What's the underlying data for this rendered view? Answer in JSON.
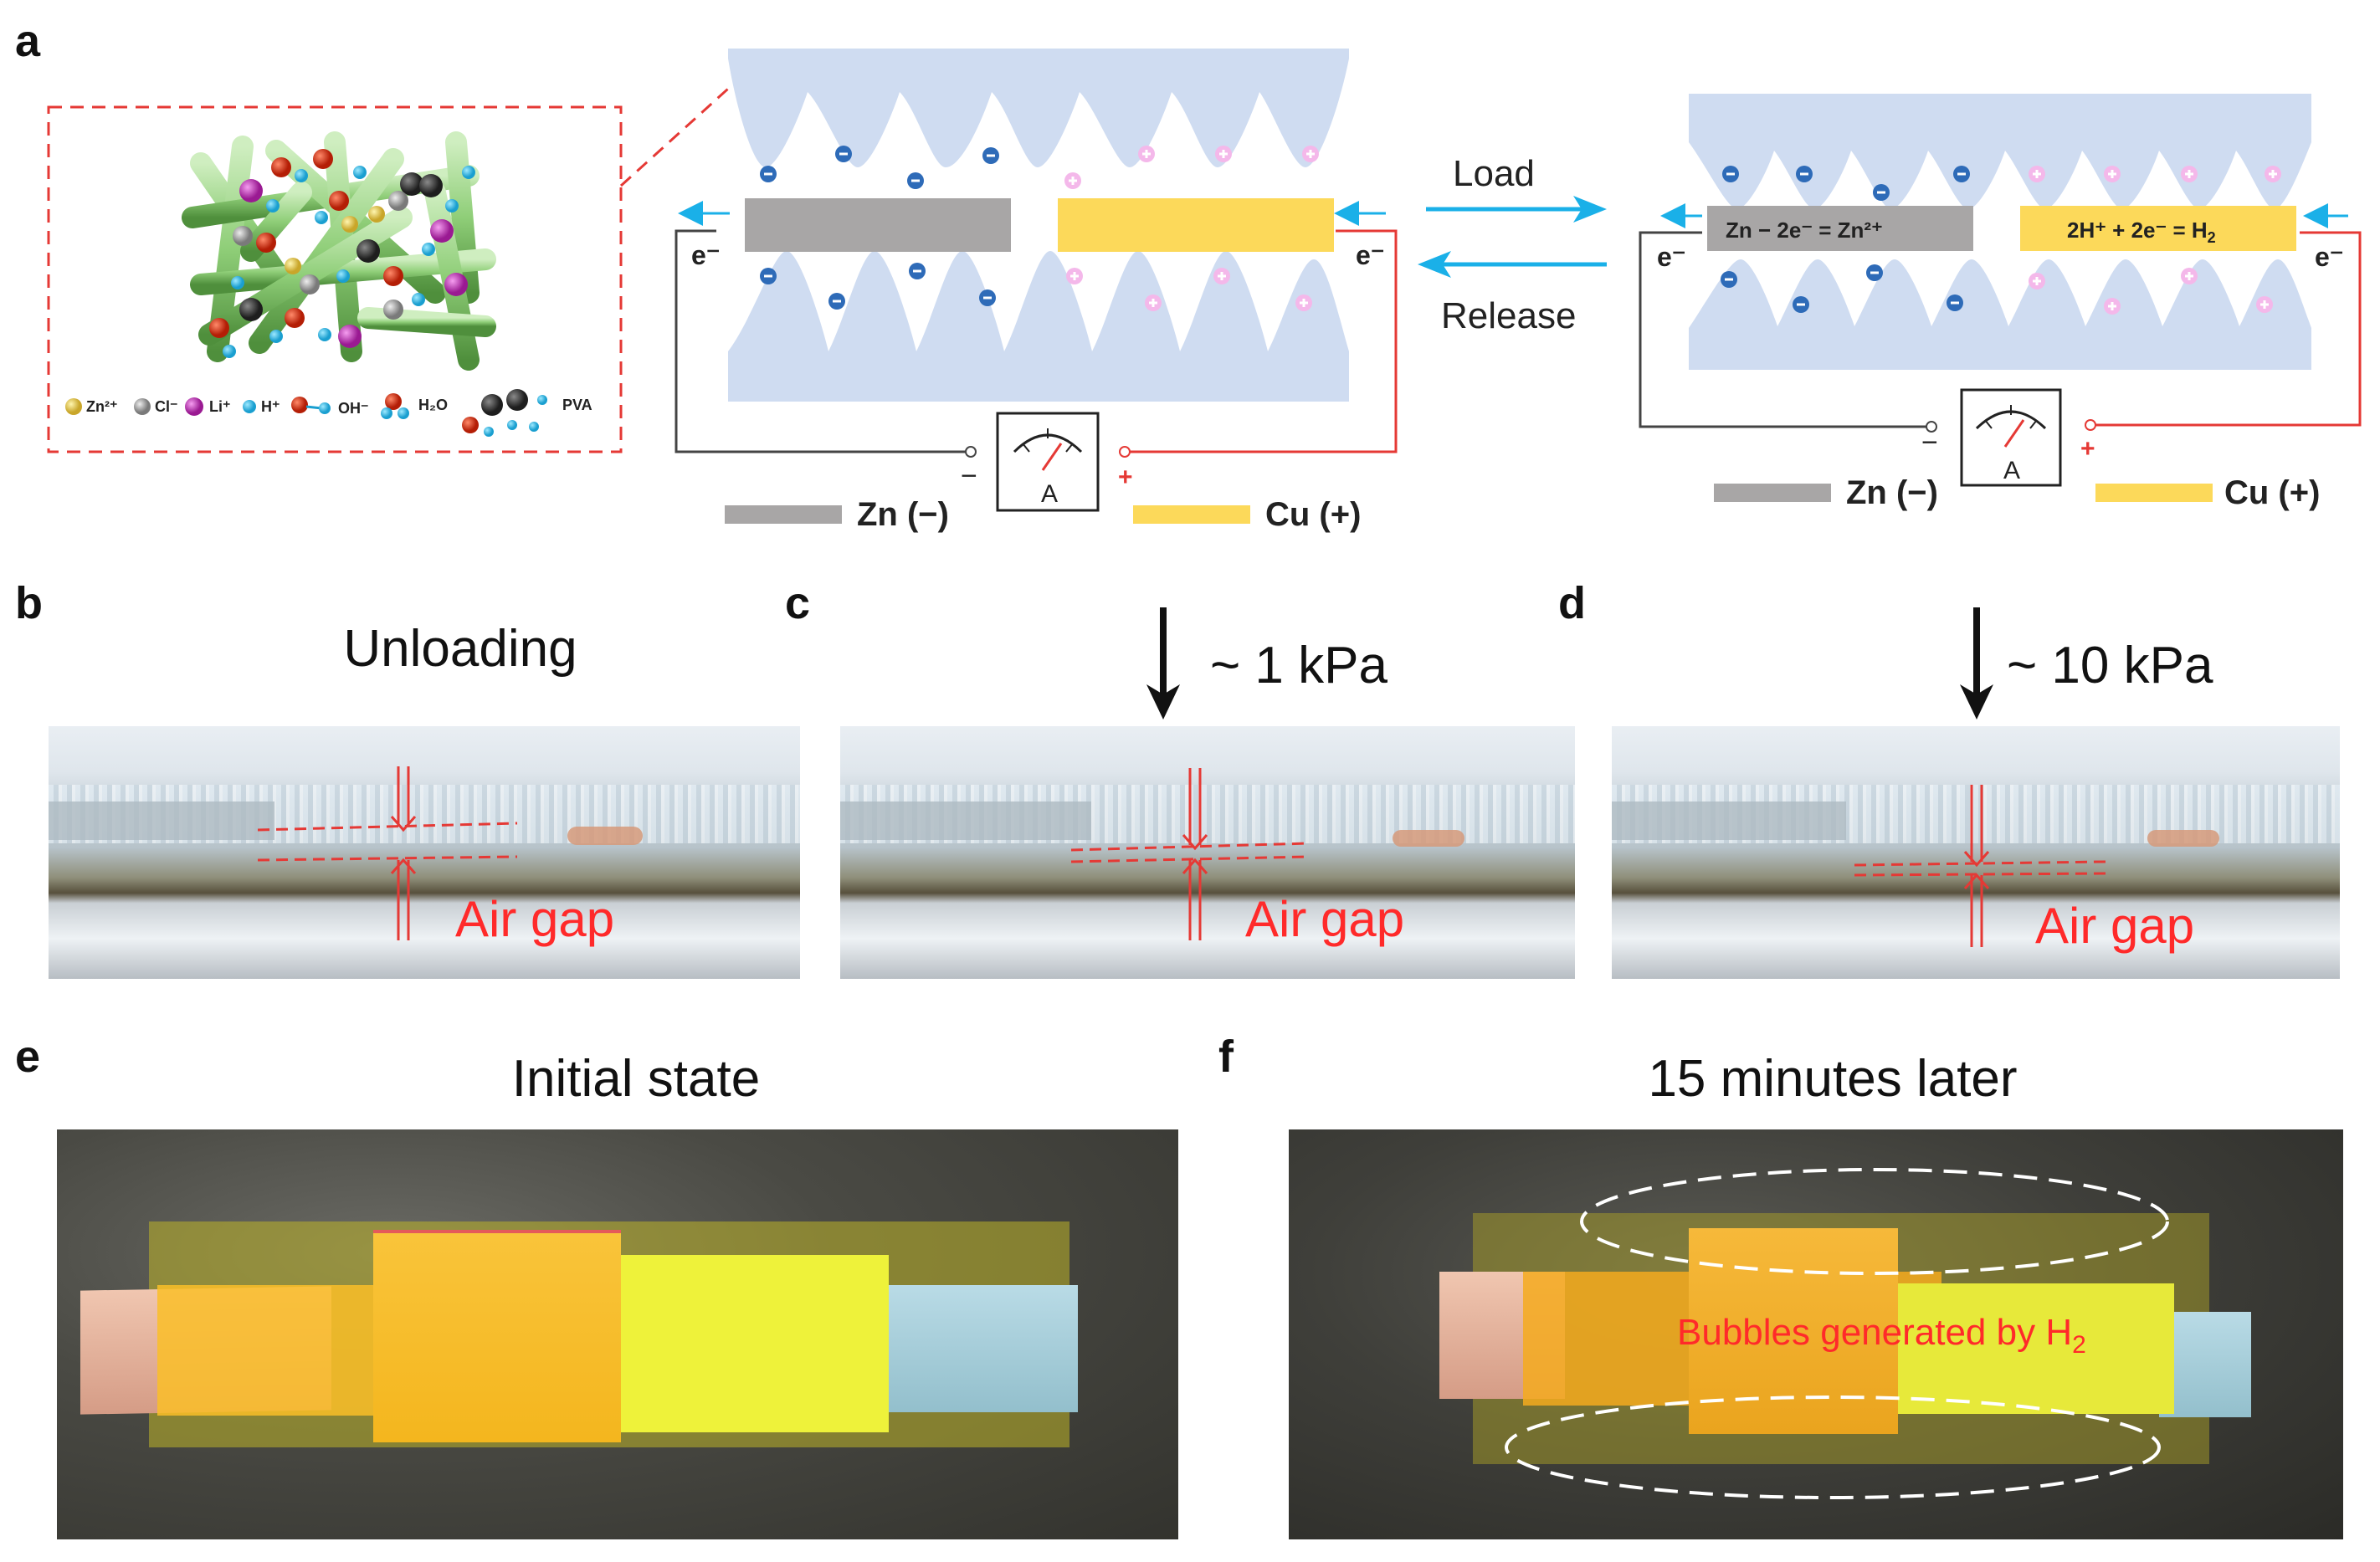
{
  "panels": {
    "a": {
      "letter": "a",
      "legend_ions": [
        "Zn²⁺",
        "Cl⁻",
        "Li⁺",
        "H⁺",
        "OH⁻",
        "H₂O",
        "PVA"
      ],
      "electron_label": "e⁻",
      "load_label": "Load",
      "release_label": "Release",
      "zn_label": "Zn (−)",
      "cu_label": "Cu (+)",
      "anode_reaction": "Zn − 2e⁻ = Zn²⁺",
      "cathode_reaction_prefix": "2H⁺ + 2e⁻ = H",
      "cathode_reaction_sub": "2",
      "ammeter_label": "A",
      "minus_sign": "−",
      "plus_sign": "+",
      "colors": {
        "zinc": "#a8a6a6",
        "copper": "#fcd95a",
        "hydrogel": "#cfdcf1",
        "arrow": "#1ab0e8",
        "wire_neg": "#444444",
        "wire_pos": "#e53935",
        "dash": "#e53935"
      }
    },
    "b": {
      "letter": "b",
      "title": "Unloading",
      "air_gap": "Air gap"
    },
    "c": {
      "letter": "c",
      "title": "~ 1 kPa",
      "air_gap": "Air gap"
    },
    "d": {
      "letter": "d",
      "title": "~ 10 kPa",
      "air_gap": "Air gap"
    },
    "e": {
      "letter": "e",
      "title": "Initial state"
    },
    "f": {
      "letter": "f",
      "title": "15 minutes later",
      "bubbles_prefix": "Bubbles generated by H",
      "bubbles_sub": "2"
    }
  }
}
